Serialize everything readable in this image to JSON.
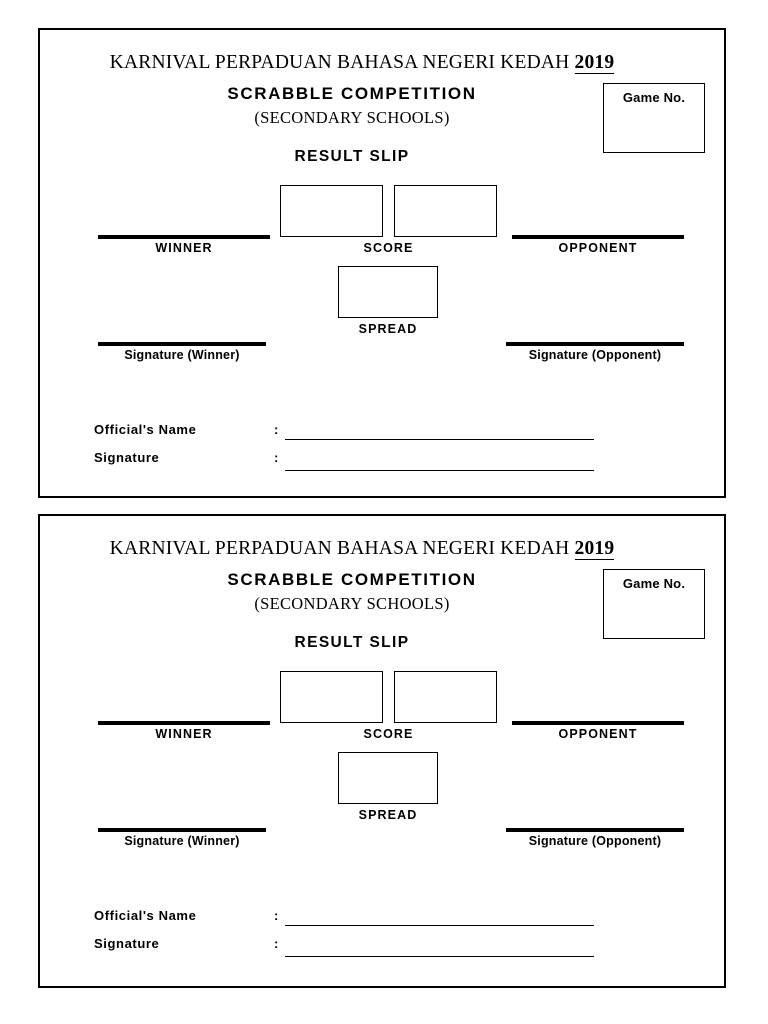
{
  "document": {
    "type": "result-slip-form",
    "slip_count": 2
  },
  "slip": {
    "title_prefix": "KARNIVAL PERPADUAN BAHASA NEGERI KEDAH ",
    "title_year": "2019",
    "subtitle": "SCRABBLE COMPETITION",
    "category": "(SECONDARY SCHOOLS)",
    "heading": "RESULT SLIP",
    "game_no_label": "Game No.",
    "game_no_value": "",
    "score_left_value": "",
    "score_right_value": "",
    "spread_value": "",
    "winner_label": "WINNER",
    "winner_value": "",
    "score_label": "SCORE",
    "opponent_label": "OPPONENT",
    "opponent_value": "",
    "spread_label": "SPREAD",
    "signature_winner_label": "Signature (Winner)",
    "signature_winner_value": "",
    "signature_opponent_label": "Signature (Opponent)",
    "signature_opponent_value": "",
    "official_name_label": "Official's Name",
    "official_name_value": "",
    "official_signature_label": "Signature",
    "official_signature_value": "",
    "colon": ":"
  },
  "colors": {
    "ink": "#000000",
    "paper": "#ffffff"
  }
}
